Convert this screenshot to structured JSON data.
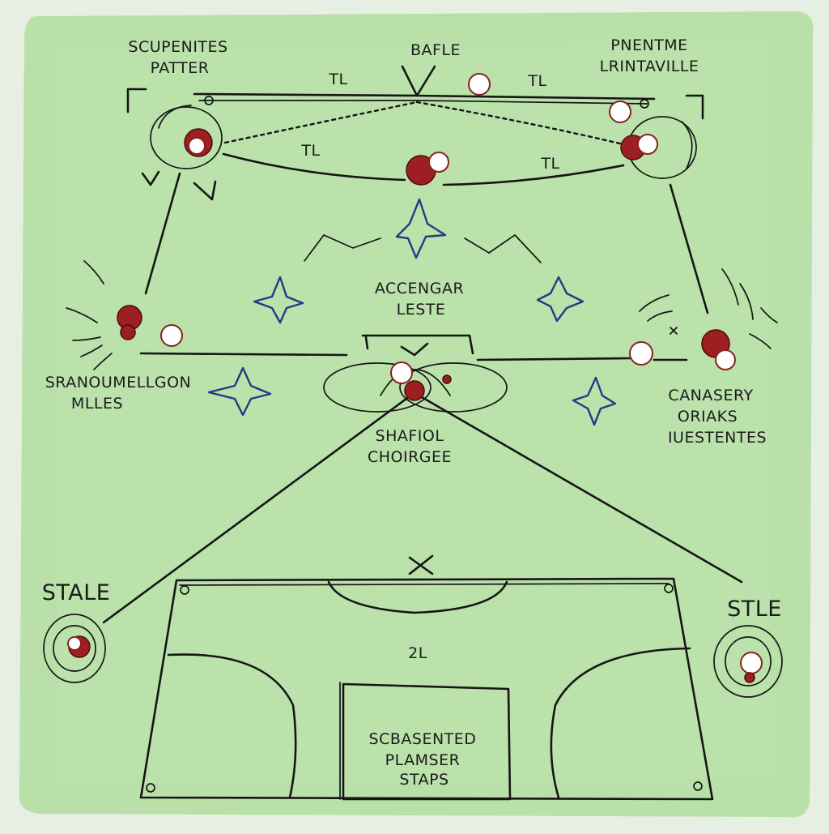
{
  "labels": {
    "top_left": [
      "SCUPENITES",
      "PATTER"
    ],
    "top_center": "BAFLE",
    "top_right": [
      "PNENTME",
      "LRINTAVILLE"
    ],
    "tl_1": "TL",
    "tl_2": "TL",
    "tl_3": "TL",
    "tl_4": "TL",
    "center_upper": [
      "ACCENGAR",
      "LESTE"
    ],
    "mid_left": [
      "SRANOUMELLGON",
      "MLLES"
    ],
    "mid_right": [
      "CANASERY",
      "ORIAKS",
      "IUESTENTES"
    ],
    "center_lower": [
      "SHAFIOL",
      "CHOIRGEE"
    ],
    "stale_left": "STALE",
    "stle_right": "STLE",
    "field_number": "2L",
    "box_label": [
      "SCBASENTED",
      "PLAMSER",
      "STAPS"
    ]
  },
  "colors": {
    "paper": "#e6efe2",
    "field_green": "#b8e0a8",
    "ink": "#161616",
    "star_blue": "#1f3d86",
    "player_red": "#9e1f22",
    "player_white": "#ffffff"
  },
  "icons": {
    "player_marker": "red-white-circle",
    "star": "hand-drawn-star",
    "cross": "x-mark"
  }
}
